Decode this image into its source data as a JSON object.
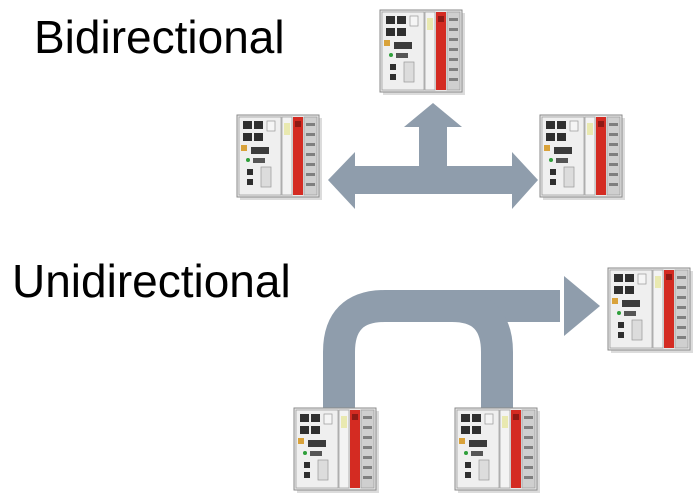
{
  "labels": {
    "bidirectional": "Bidirectional",
    "unidirectional": "Unidirectional"
  },
  "colors": {
    "arrow": "#8F9DAC",
    "device_body": "#E8E8E8",
    "device_accent": "#D42B22",
    "terminal": "#C8C8C8"
  },
  "devices": [
    {
      "name": "bidirectional-top-device",
      "icon": "plc-controller-icon"
    },
    {
      "name": "bidirectional-left-device",
      "icon": "plc-controller-icon"
    },
    {
      "name": "bidirectional-right-device",
      "icon": "plc-controller-icon"
    },
    {
      "name": "unidirectional-target-device",
      "icon": "plc-controller-icon"
    },
    {
      "name": "unidirectional-source-left-device",
      "icon": "plc-controller-icon"
    },
    {
      "name": "unidirectional-source-right-device",
      "icon": "plc-controller-icon"
    }
  ]
}
